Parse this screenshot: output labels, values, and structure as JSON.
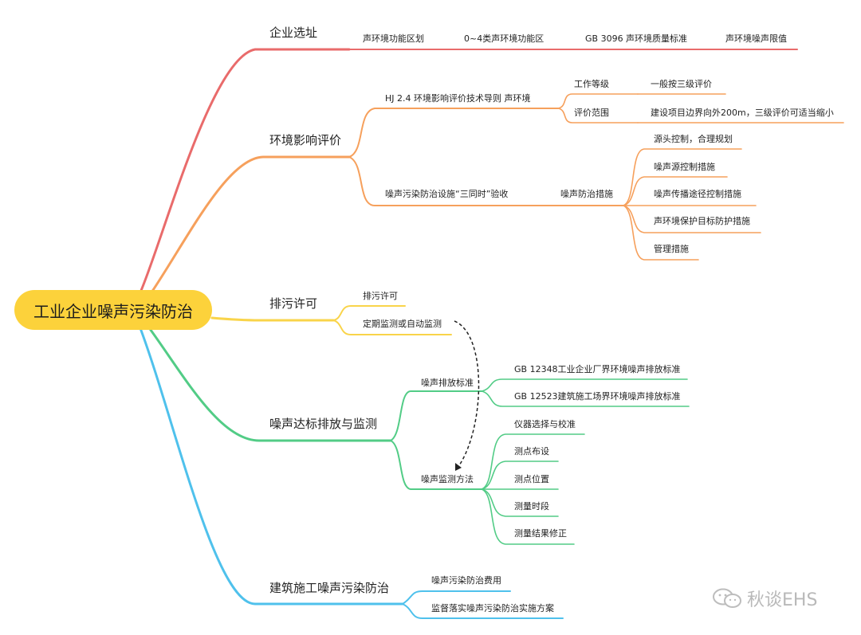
{
  "root": "工业企业噪声污染防治",
  "colors": {
    "red": "#e96b6b",
    "orange": "#f6a05c",
    "yellow": "#f9d44a",
    "green": "#52cc86",
    "blue": "#4fc1ec",
    "root_fill": "#fcd23b"
  },
  "branches": {
    "site": {
      "title": "企业选址",
      "items": [
        "声环境功能区划",
        "0~4类声环境功能区",
        "GB 3096 声环境质量标准",
        "声环境噪声限值"
      ]
    },
    "eia": {
      "title": "环境影响评价",
      "hj": {
        "label": "HJ 2.4 环境影响评价技术导则 声环境",
        "grade_label": "工作等级",
        "grade_value": "一般按三级评价",
        "scope_label": "评价范围",
        "scope_value": "建设项目边界向外200m，三级评价可适当缩小"
      },
      "three": {
        "label": "噪声污染防治设施“三同时”验收",
        "measures_label": "噪声防治措施",
        "measures": [
          "源头控制，合理规划",
          "噪声源控制措施",
          "噪声传播途径控制措施",
          "声环境保护目标防护措施",
          "管理措施"
        ]
      }
    },
    "permit": {
      "title": "排污许可",
      "items": [
        "排污许可",
        "定期监测或自动监测"
      ]
    },
    "monitor": {
      "title": "噪声达标排放与监测",
      "standard_label": "噪声排放标准",
      "standards": [
        "GB 12348工业企业厂界环境噪声排放标准",
        "GB 12523建筑施工场界环境噪声排放标准"
      ],
      "method_label": "噪声监测方法",
      "methods": [
        "仪器选择与校准",
        "测点布设",
        "测点位置",
        "测量时段",
        "测量结果修正"
      ]
    },
    "construction": {
      "title": "建筑施工噪声污染防治",
      "items": [
        "噪声污染防治费用",
        "监督落实噪声污染防治实施方案"
      ]
    }
  },
  "watermark": "秋谈EHS"
}
